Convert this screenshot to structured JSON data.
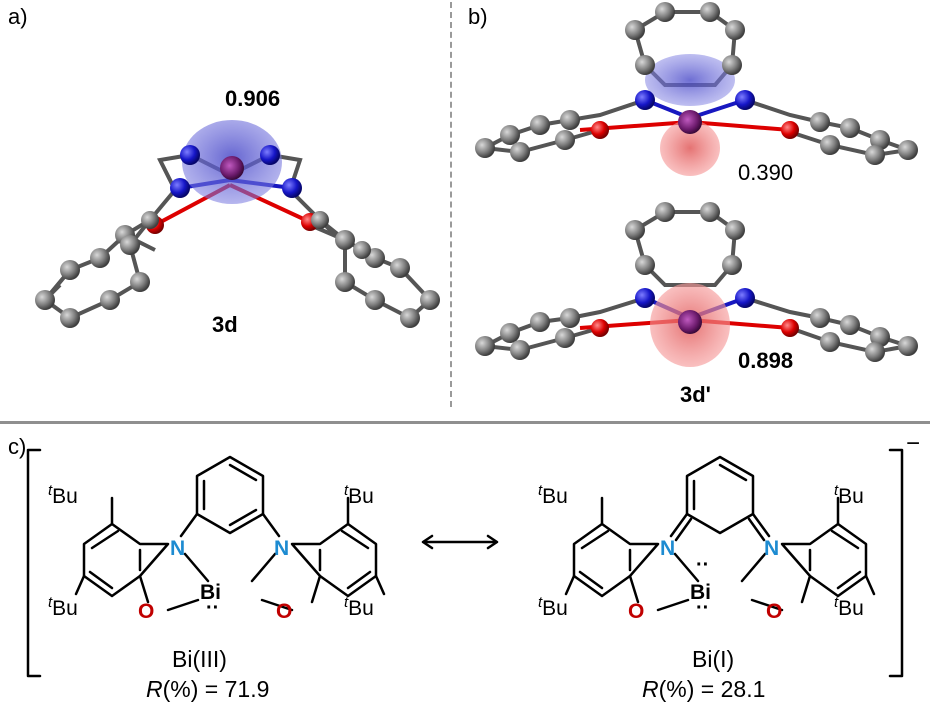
{
  "panels": {
    "a": {
      "label": "a)",
      "value": "0.906",
      "compound": "3d"
    },
    "b": {
      "label": "b)",
      "top_value": "0.390",
      "bottom_value": "0.898",
      "compound": "3d'"
    },
    "c": {
      "label": "c)",
      "charge": "−",
      "left": {
        "oxidation": "Bi(III)",
        "r_symbol": "R",
        "r_rest": "(%) = 71.9"
      },
      "right": {
        "oxidation": "Bi(I)",
        "r_symbol": "R",
        "r_rest": "(%) = 28.1"
      }
    }
  },
  "atoms": {
    "bi": "Bi",
    "n": "N",
    "o": "O",
    "t": "t",
    "bu": "Bu",
    "lone_pair": "··"
  },
  "colors": {
    "carbon": "#7b7b7b",
    "nitrogen": "#1a1ad2",
    "oxygen": "#e00000",
    "bismuth": "#6b1a6b",
    "orbital_blue": "#6f6fd8",
    "orbital_red": "#f07c7c",
    "n_label": "#1d8bd1",
    "o_label": "#c00000"
  }
}
